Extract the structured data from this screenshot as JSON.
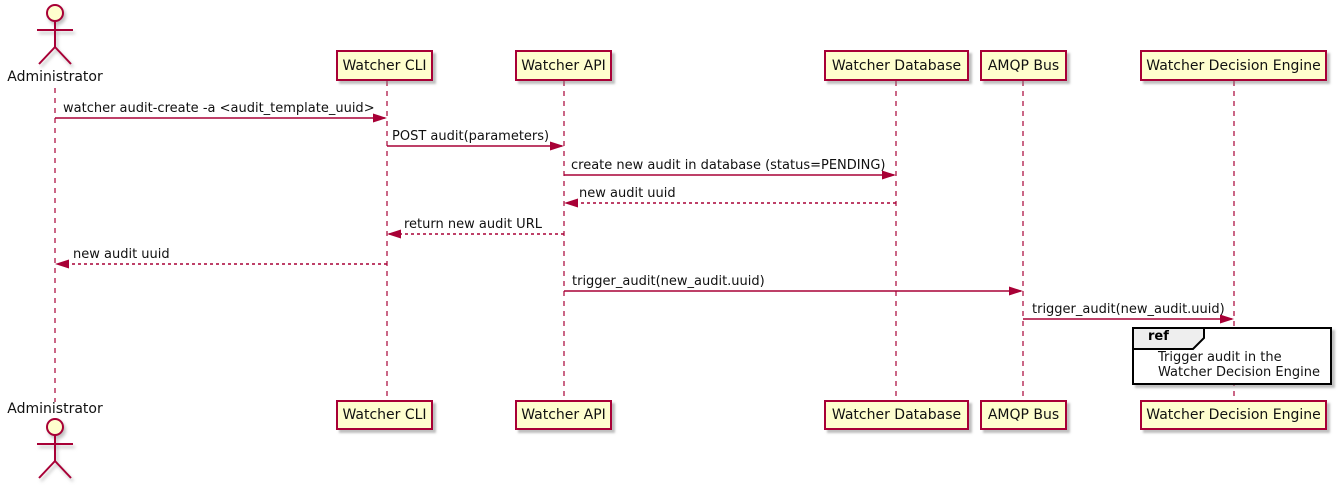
{
  "diagram_type": "sequence",
  "participants": [
    {
      "name": "Administrator",
      "type": "actor"
    },
    {
      "name": "Watcher CLI",
      "type": "participant"
    },
    {
      "name": "Watcher API",
      "type": "participant"
    },
    {
      "name": "Watcher Database",
      "type": "participant"
    },
    {
      "name": "AMQP Bus",
      "type": "participant"
    },
    {
      "name": "Watcher Decision Engine",
      "type": "participant"
    }
  ],
  "messages": [
    {
      "from": "Administrator",
      "to": "Watcher CLI",
      "label": "watcher audit-create -a <audit_template_uuid>",
      "line": "solid"
    },
    {
      "from": "Watcher CLI",
      "to": "Watcher API",
      "label": "POST audit(parameters)",
      "line": "solid"
    },
    {
      "from": "Watcher API",
      "to": "Watcher Database",
      "label": "create new audit in database (status=PENDING)",
      "line": "solid"
    },
    {
      "from": "Watcher Database",
      "to": "Watcher API",
      "label": "new audit uuid",
      "line": "dashed"
    },
    {
      "from": "Watcher API",
      "to": "Watcher CLI",
      "label": "return new audit URL",
      "line": "dashed"
    },
    {
      "from": "Watcher CLI",
      "to": "Administrator",
      "label": "new audit uuid",
      "line": "dashed"
    },
    {
      "from": "Watcher API",
      "to": "AMQP Bus",
      "label": "trigger_audit(new_audit.uuid)",
      "line": "solid"
    },
    {
      "from": "AMQP Bus",
      "to": "Watcher Decision Engine",
      "label": "trigger_audit(new_audit.uuid)",
      "line": "solid"
    }
  ],
  "ref": {
    "keyword": "ref",
    "line1": "Trigger audit in the",
    "line2": "Watcher Decision Engine",
    "over": "Watcher Decision Engine"
  },
  "colors": {
    "participant_fill": "#FEFECE",
    "participant_border": "#A80036",
    "line_color": "#A80036",
    "text_color": "#111111",
    "ref_border": "#000000",
    "ref_header_fill": "#EEEEEE",
    "background": "#FFFFFF"
  }
}
